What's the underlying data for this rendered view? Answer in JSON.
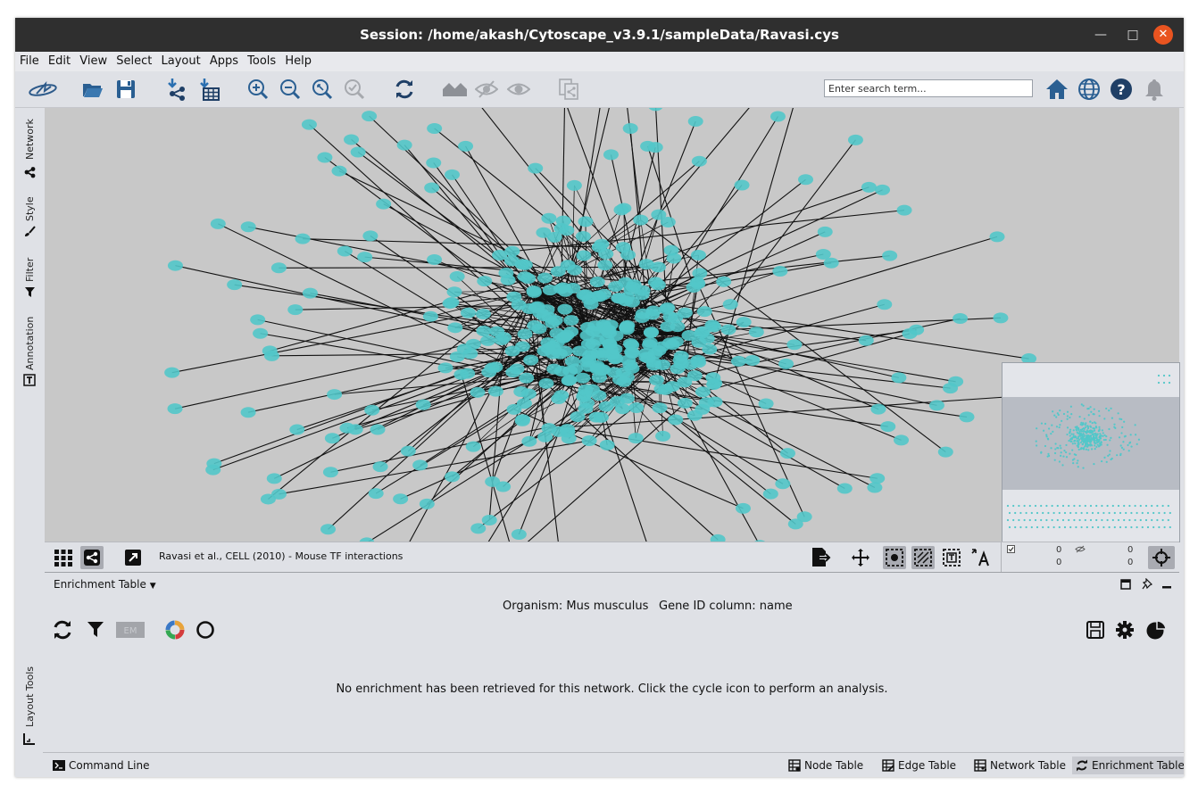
{
  "window": {
    "title": "Session: /home/akash/Cytoscape_v3.9.1/sampleData/Ravasi.cys"
  },
  "menu": [
    "File",
    "Edit",
    "View",
    "Select",
    "Layout",
    "Apps",
    "Tools",
    "Help"
  ],
  "toolbar": {
    "search_placeholder": "Enter search term..."
  },
  "left_tabs": [
    "Network",
    "Style",
    "Filter",
    "Annotation",
    "Layout Tools"
  ],
  "network": {
    "title": "Ravasi et al., CELL (2010) - Mouse TF interactions",
    "counts": {
      "selected_nodes": "0",
      "hidden_nodes": "0",
      "selected_edges": "0",
      "hidden_edges": "0"
    }
  },
  "colors": {
    "node": "#52c7c9",
    "edge": "#111111",
    "canvas_bg": "#c8c8c8",
    "titlebar": "#2f2f2f",
    "close": "#e95420"
  },
  "enrichment": {
    "panel_title": "Enrichment Table",
    "organism": "Organism: Mus musculus",
    "gene_id": "Gene ID column: name",
    "message": "No enrichment has been retrieved for this network. Click the cycle icon to perform an analysis."
  },
  "statusbar": {
    "command_line": "Command Line",
    "tabs": [
      "Node Table",
      "Edge Table",
      "Network Table",
      "Enrichment Table"
    ],
    "active_tab": "Enrichment Table"
  }
}
